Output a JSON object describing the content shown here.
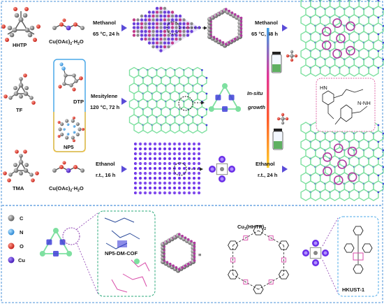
{
  "molecules": {
    "hhtp": "HHTP",
    "tf": "TF",
    "tma": "TMA",
    "dtp": "DTP",
    "np5": "NP5",
    "cu_acetate_top": "Cu(OAc)",
    "cu_acetate_top_sub": "2",
    "cu_acetate_top_tail": "·H",
    "cu_acetate_top_sub2": "2",
    "cu_acetate_top_end": "O",
    "cu_acetate_bottom": "Cu(OAc)",
    "cu_acetate_bottom_sub": "2",
    "cu_acetate_bottom_tail": "·H",
    "cu_acetate_bottom_sub2": "2",
    "cu_acetate_bottom_end": "O"
  },
  "conditions": {
    "row1_solvent": "Methanol",
    "row1_temp": "65 °C, 24 h",
    "row2_solvent": "Mesitylene",
    "row2_temp": "120 °C, 72 h",
    "row3_solvent": "Ethanol",
    "row3_temp": "r.t., 16 h",
    "growth_solvent_top": "Methanol",
    "growth_temp_top": "65 °C, 48 h",
    "in_situ_1": "In-situ",
    "in_situ_2": "growth",
    "growth_solvent_bottom": "Ethanol",
    "growth_temp_bottom": "r.t., 24 h"
  },
  "legend": {
    "items": [
      {
        "symbol": "C",
        "color": "#7a7a7a"
      },
      {
        "symbol": "N",
        "color": "#3fa9f5"
      },
      {
        "symbol": "O",
        "color": "#e8231d"
      },
      {
        "symbol": "Cu",
        "color": "#5b21d6"
      }
    ]
  },
  "bottom_labels": {
    "np5_dm_cof": "NP5-DM-COF",
    "cu3_hhtp2_a": "Cu",
    "cu3_hhtp2_sub": "3",
    "cu3_hhtp2_b": "(HHTP)",
    "cu3_hhtp2_sub2": "2",
    "hkust": "HKUST-1",
    "equals": "≡"
  },
  "colors": {
    "dashed_border": "#4a90d9",
    "cof_green": "#7ee0a0",
    "cof_blue": "#3f3fd8",
    "mof_purple": "#b03aa0",
    "hkust_purple": "#6a2ee8",
    "gray_atom": "#7a7a7a"
  }
}
